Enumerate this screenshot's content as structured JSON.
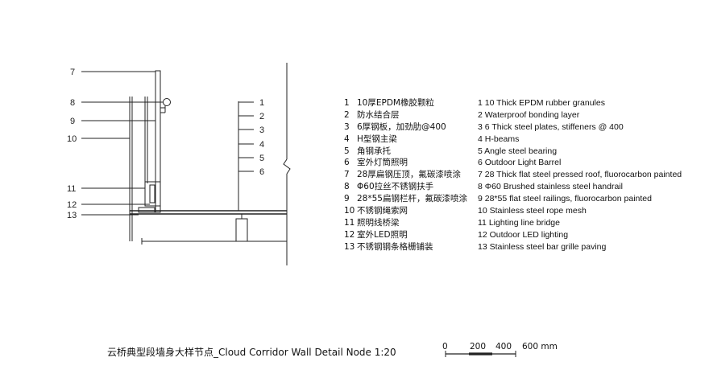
{
  "callouts_left": [
    "7",
    "8",
    "9",
    "10",
    "11",
    "12",
    "13"
  ],
  "callouts_right": [
    "1",
    "2",
    "3",
    "4",
    "5",
    "6"
  ],
  "legend_zh": [
    {
      "num": "1",
      "text": "10厚EPDM橡胶颗粒"
    },
    {
      "num": "2",
      "text": "防水结合层"
    },
    {
      "num": "3",
      "text": "6厚钢板，加劲肋@400"
    },
    {
      "num": "4",
      "text": "H型钢主梁"
    },
    {
      "num": "5",
      "text": "角钢承托"
    },
    {
      "num": "6",
      "text": "室外灯筒照明"
    },
    {
      "num": "7",
      "text": "28厚扁钢压顶，氟碳漆喷涂"
    },
    {
      "num": "8",
      "text": "Φ60拉丝不锈钢扶手"
    },
    {
      "num": "9",
      "text": "28*55扁钢栏杆，氟碳漆喷涂"
    },
    {
      "num": "10",
      "text": "不锈钢绳索网"
    },
    {
      "num": "11",
      "text": "照明线桥梁"
    },
    {
      "num": "12",
      "text": "室外LED照明"
    },
    {
      "num": "13",
      "text": "不锈钢钢条格栅铺装"
    }
  ],
  "legend_en": [
    "1 10 Thick EPDM rubber granules",
    "2 Waterproof bonding layer",
    "3 6 Thick steel plates, stiffeners @ 400",
    "4 H-beams",
    "5 Angle steel bearing",
    "6 Outdoor Light Barrel",
    "7 28 Thick flat steel pressed roof, fluorocarbon painted",
    "8 Φ60 Brushed stainless steel handrail",
    "9  28*55 flat steel railings, fluorocarbon painted",
    "10 Stainless steel rope mesh",
    "11 Lighting line bridge",
    "12 Outdoor LED lighting",
    "13 Stainless steel bar grille paving"
  ],
  "title": "云桥典型段墙身大样节点_Cloud Corridor Wall Detail Node  1:20",
  "scale_bar": {
    "labels": [
      "0",
      "200",
      "400",
      "600 mm"
    ]
  }
}
